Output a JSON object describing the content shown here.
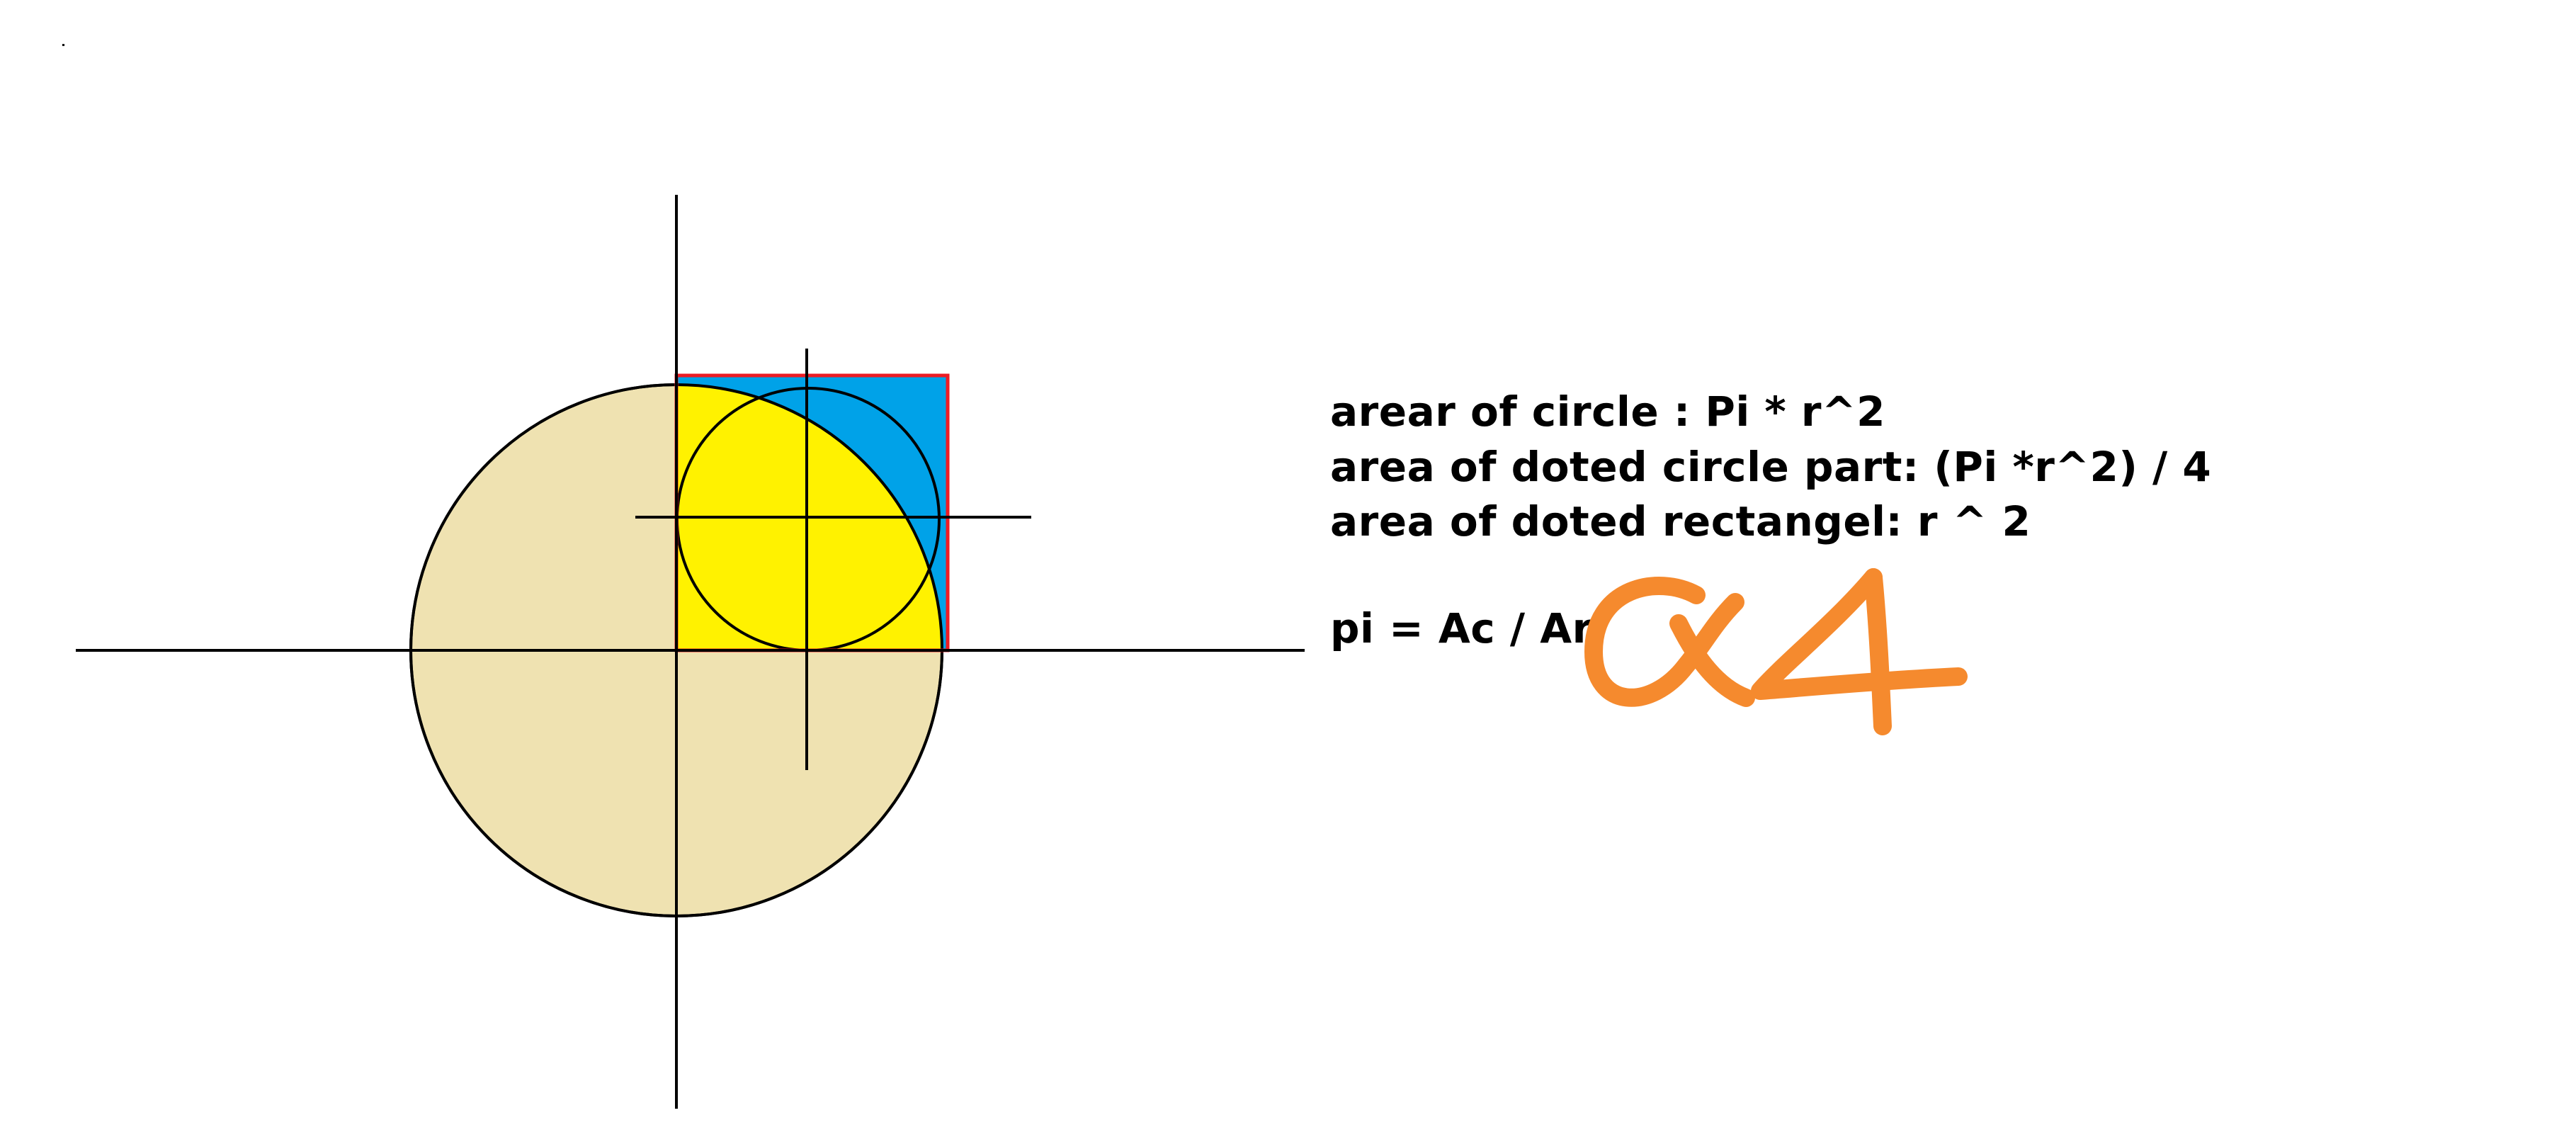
{
  "diagram": {
    "colors": {
      "background": "#ffffff",
      "big_circle_fill": "#efe2b1",
      "quarter_fill": "#fff200",
      "square_corner_fill": "#00a2e8",
      "square_outline": "#ed1c24",
      "axes": "#000000",
      "handwriting": "#f58a2e"
    }
  },
  "formulas": {
    "line1": "arear of circle : Pi * r^2",
    "line2": "area of doted circle part: (Pi *r^2) / 4",
    "line3": "area of doted rectangel: r ^ 2",
    "line4": "pi = Ac / Ar"
  },
  "handwritten": {
    "text": "x4",
    "color": "#f58a2e"
  }
}
